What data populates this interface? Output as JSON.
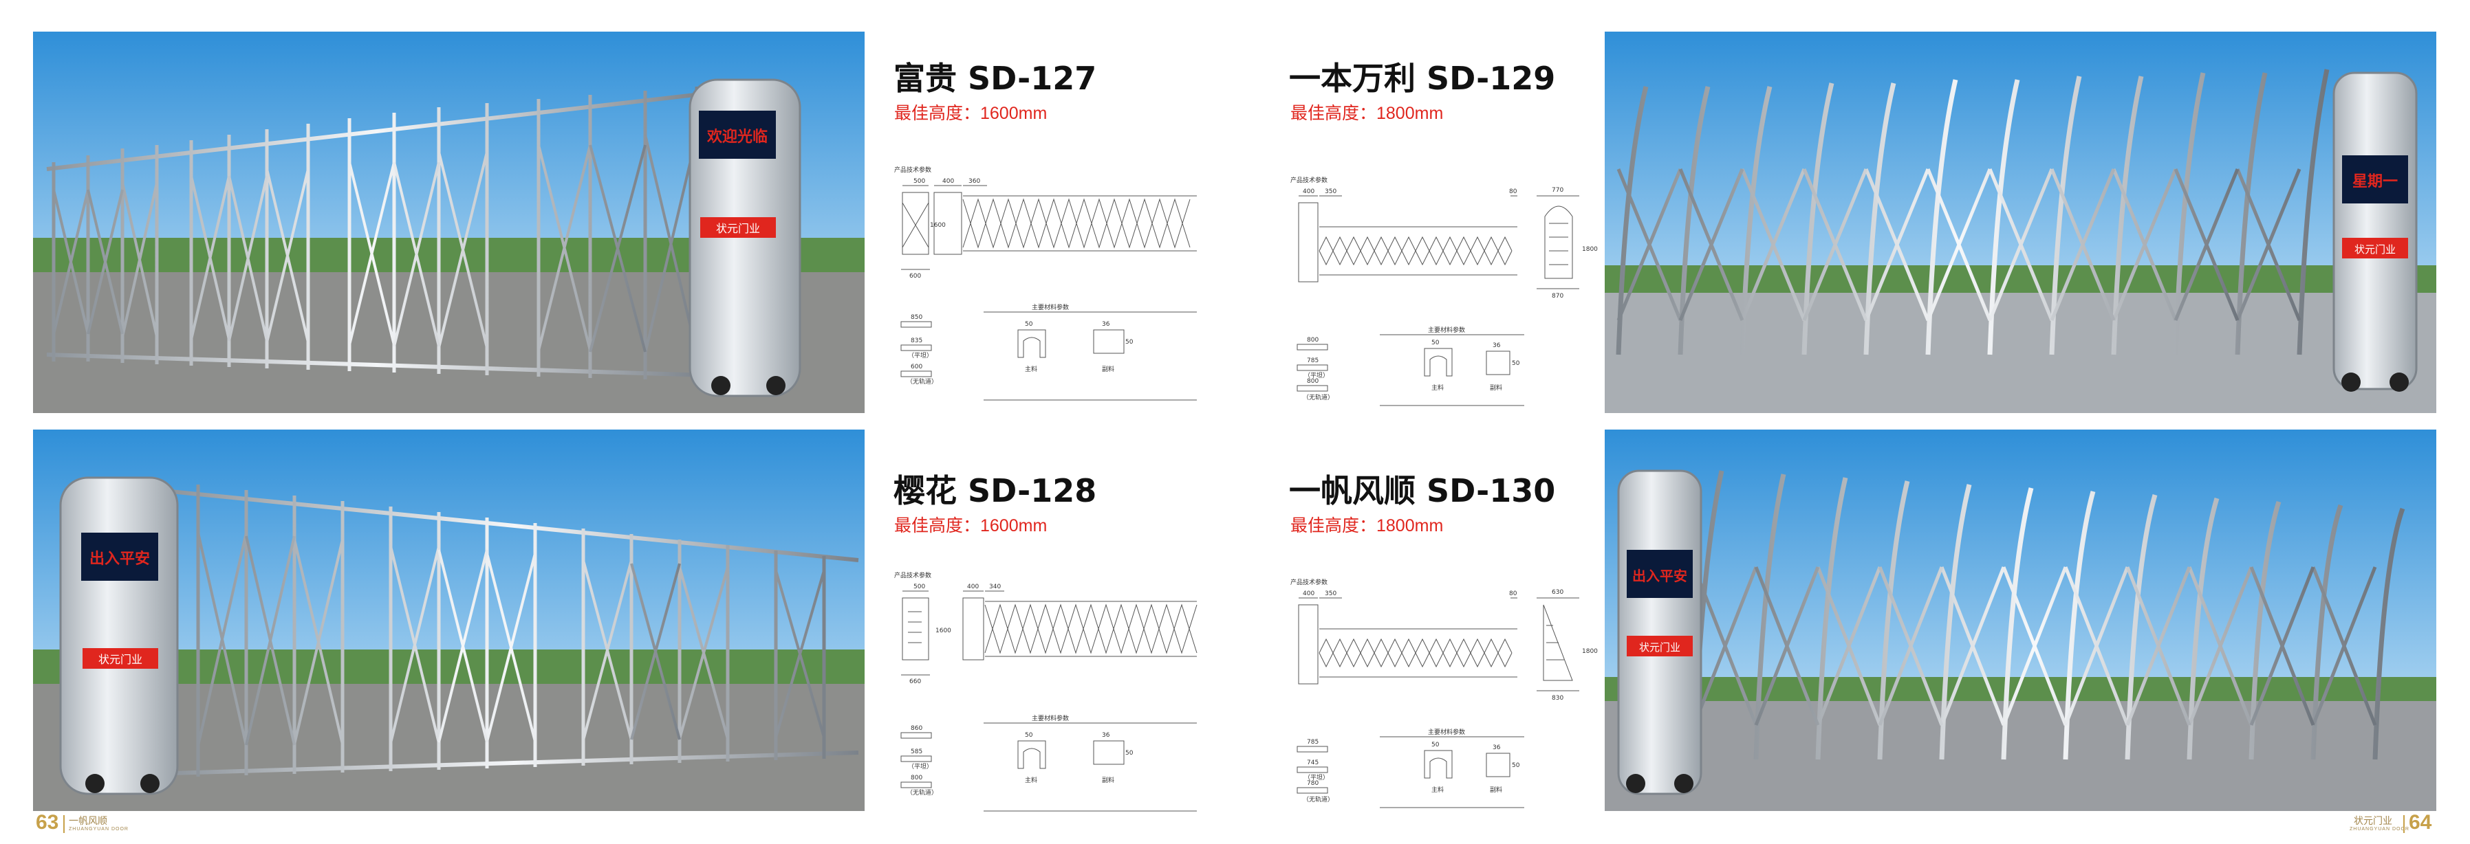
{
  "products": [
    {
      "id": "sd127",
      "title": "富贵 SD-127",
      "height_label": "最佳高度：1600mm",
      "screen_text": "欢迎光临",
      "brand_text": "状元门业",
      "dims": {
        "d1": "500",
        "d2": "400",
        "d3": "360",
        "d4": "1600",
        "d5": "600"
      },
      "spec": {
        "title": "产品技术参数",
        "material_title": "主要材料参数",
        "v1": "850",
        "v2": "835",
        "v3": "600",
        "l1": "（平坦）",
        "l2": "（无轨道）",
        "w1": "50",
        "w2": "36",
        "w3": "50",
        "main": "主料",
        "sub": "副料"
      }
    },
    {
      "id": "sd128",
      "title": "樱花 SD-128",
      "height_label": "最佳高度：1600mm",
      "screen_text": "出入平安",
      "brand_text": "状元门业",
      "dims": {
        "d1": "500",
        "d2": "400",
        "d3": "340",
        "d4": "1600",
        "d5": "660"
      },
      "spec": {
        "title": "产品技术参数",
        "material_title": "主要材料参数",
        "v1": "860",
        "v2": "585",
        "v3": "800",
        "l1": "（平坦）",
        "l2": "（无轨道）",
        "w1": "50",
        "w2": "36",
        "w3": "50",
        "main": "主料",
        "sub": "副料"
      }
    },
    {
      "id": "sd129",
      "title": "一本万利 SD-129",
      "height_label": "最佳高度：1800mm",
      "screen_text": "星期一",
      "brand_text": "状元门业",
      "dims": {
        "d1": "400",
        "d2": "350",
        "d3": "80",
        "d4": "770",
        "d5": "870",
        "d6": "1800"
      },
      "spec": {
        "title": "产品技术参数",
        "material_title": "主要材料参数",
        "v1": "800",
        "v2": "785",
        "v3": "800",
        "l1": "（平坦）",
        "l2": "（无轨道）",
        "w1": "50",
        "w2": "36",
        "w3": "50",
        "main": "主料",
        "sub": "副料"
      }
    },
    {
      "id": "sd130",
      "title": "一帆风顺 SD-130",
      "height_label": "最佳高度：1800mm",
      "screen_text": "出入平安",
      "brand_text": "状元门业",
      "dims": {
        "d1": "400",
        "d2": "350",
        "d3": "80",
        "d4": "630",
        "d5": "830",
        "d6": "1800"
      },
      "spec": {
        "title": "产品技术参数",
        "material_title": "主要材料参数",
        "v1": "785",
        "v2": "745",
        "v3": "780",
        "l1": "（平坦）",
        "l2": "（无轨道）",
        "w1": "50",
        "w2": "36",
        "w3": "50",
        "main": "主料",
        "sub": "副料"
      }
    }
  ],
  "footer": {
    "page_left": "63",
    "page_right": "64",
    "brand_left": "一帆风顺",
    "brand_right": "状元门业",
    "brand_sub": "ZHUANGYUAN DOOR"
  },
  "colors": {
    "sky_top": "#2f8fd8",
    "sky_bottom": "#d9eefb",
    "steel": "#c9ced3",
    "accent_red": "#e0261e",
    "screen_bg": "#0a1a3a",
    "gold": "#c7a14a"
  }
}
